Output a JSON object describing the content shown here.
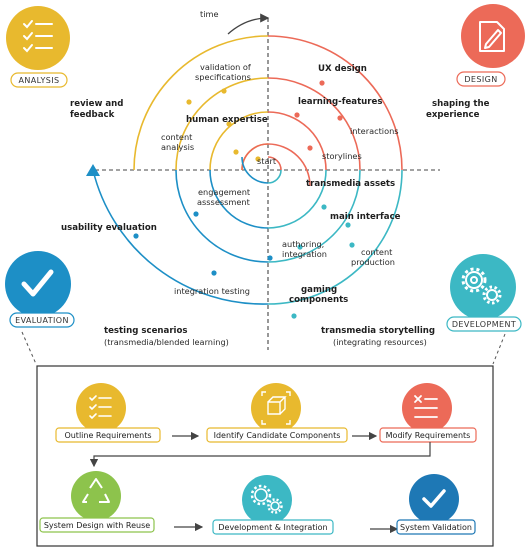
{
  "colors": {
    "yellow": "#e8b92e",
    "coral": "#ec6a58",
    "blue": "#1d8fc6",
    "teal": "#3cb8c4",
    "green": "#8dc34c",
    "darkblue": "#1e78b5"
  },
  "axis": {
    "time": "time"
  },
  "phases": {
    "analysis": {
      "label": "ANALYSIS",
      "icon": "checklist-icon"
    },
    "design": {
      "label": "DESIGN",
      "icon": "drawing-tablet-icon"
    },
    "evaluation": {
      "label": "EVALUATION",
      "icon": "checkmark-icon"
    },
    "development": {
      "label": "DEVELOPMENT",
      "icon": "gears-icon"
    }
  },
  "side_labels": {
    "review_1": "review and",
    "review_2": "feedback",
    "shaping_1": "shaping the",
    "shaping_2": "experience"
  },
  "spiral_labels": {
    "start": "start",
    "validation_1": "validation of",
    "validation_2": "specifications",
    "human_expertise": "human expertise",
    "content_analysis_1": "content",
    "content_analysis_2": "analysis",
    "ux_design": "UX design",
    "learning_features": "learning-features",
    "interactions": "interactions",
    "storylines": "storylines",
    "transmedia_assets": "transmedia assets",
    "engagement_1": "engagement",
    "engagement_2": "asssessment",
    "main_interface": "main interface",
    "usability_evaluation": "usability evaluation",
    "authoring_1": "authoring,",
    "authoring_2": "integration",
    "content_production_1": "content",
    "content_production_2": "production",
    "integration_testing": "integration testing",
    "gaming_1": "gaming",
    "gaming_2": "components",
    "testing_scenarios": "testing scenarios",
    "testing_scenarios_sub": "(transmedia/blended learning)",
    "transmedia_storytelling": "transmedia storytelling",
    "transmedia_storytelling_sub": "(integrating resources)"
  },
  "process": {
    "outline": {
      "label": "Outline Requirements",
      "icon": "checklist-icon"
    },
    "identify": {
      "label": "Identify Candidate Components",
      "icon": "cube-icon"
    },
    "modify": {
      "label": "Modify Requirements",
      "icon": "x-list-icon"
    },
    "system_design": {
      "label": "System Design with Reuse",
      "icon": "recycle-icon"
    },
    "development": {
      "label": "Development & Integration",
      "icon": "gears-icon"
    },
    "validation": {
      "label": "System Validation",
      "icon": "checkmark-icon"
    }
  }
}
